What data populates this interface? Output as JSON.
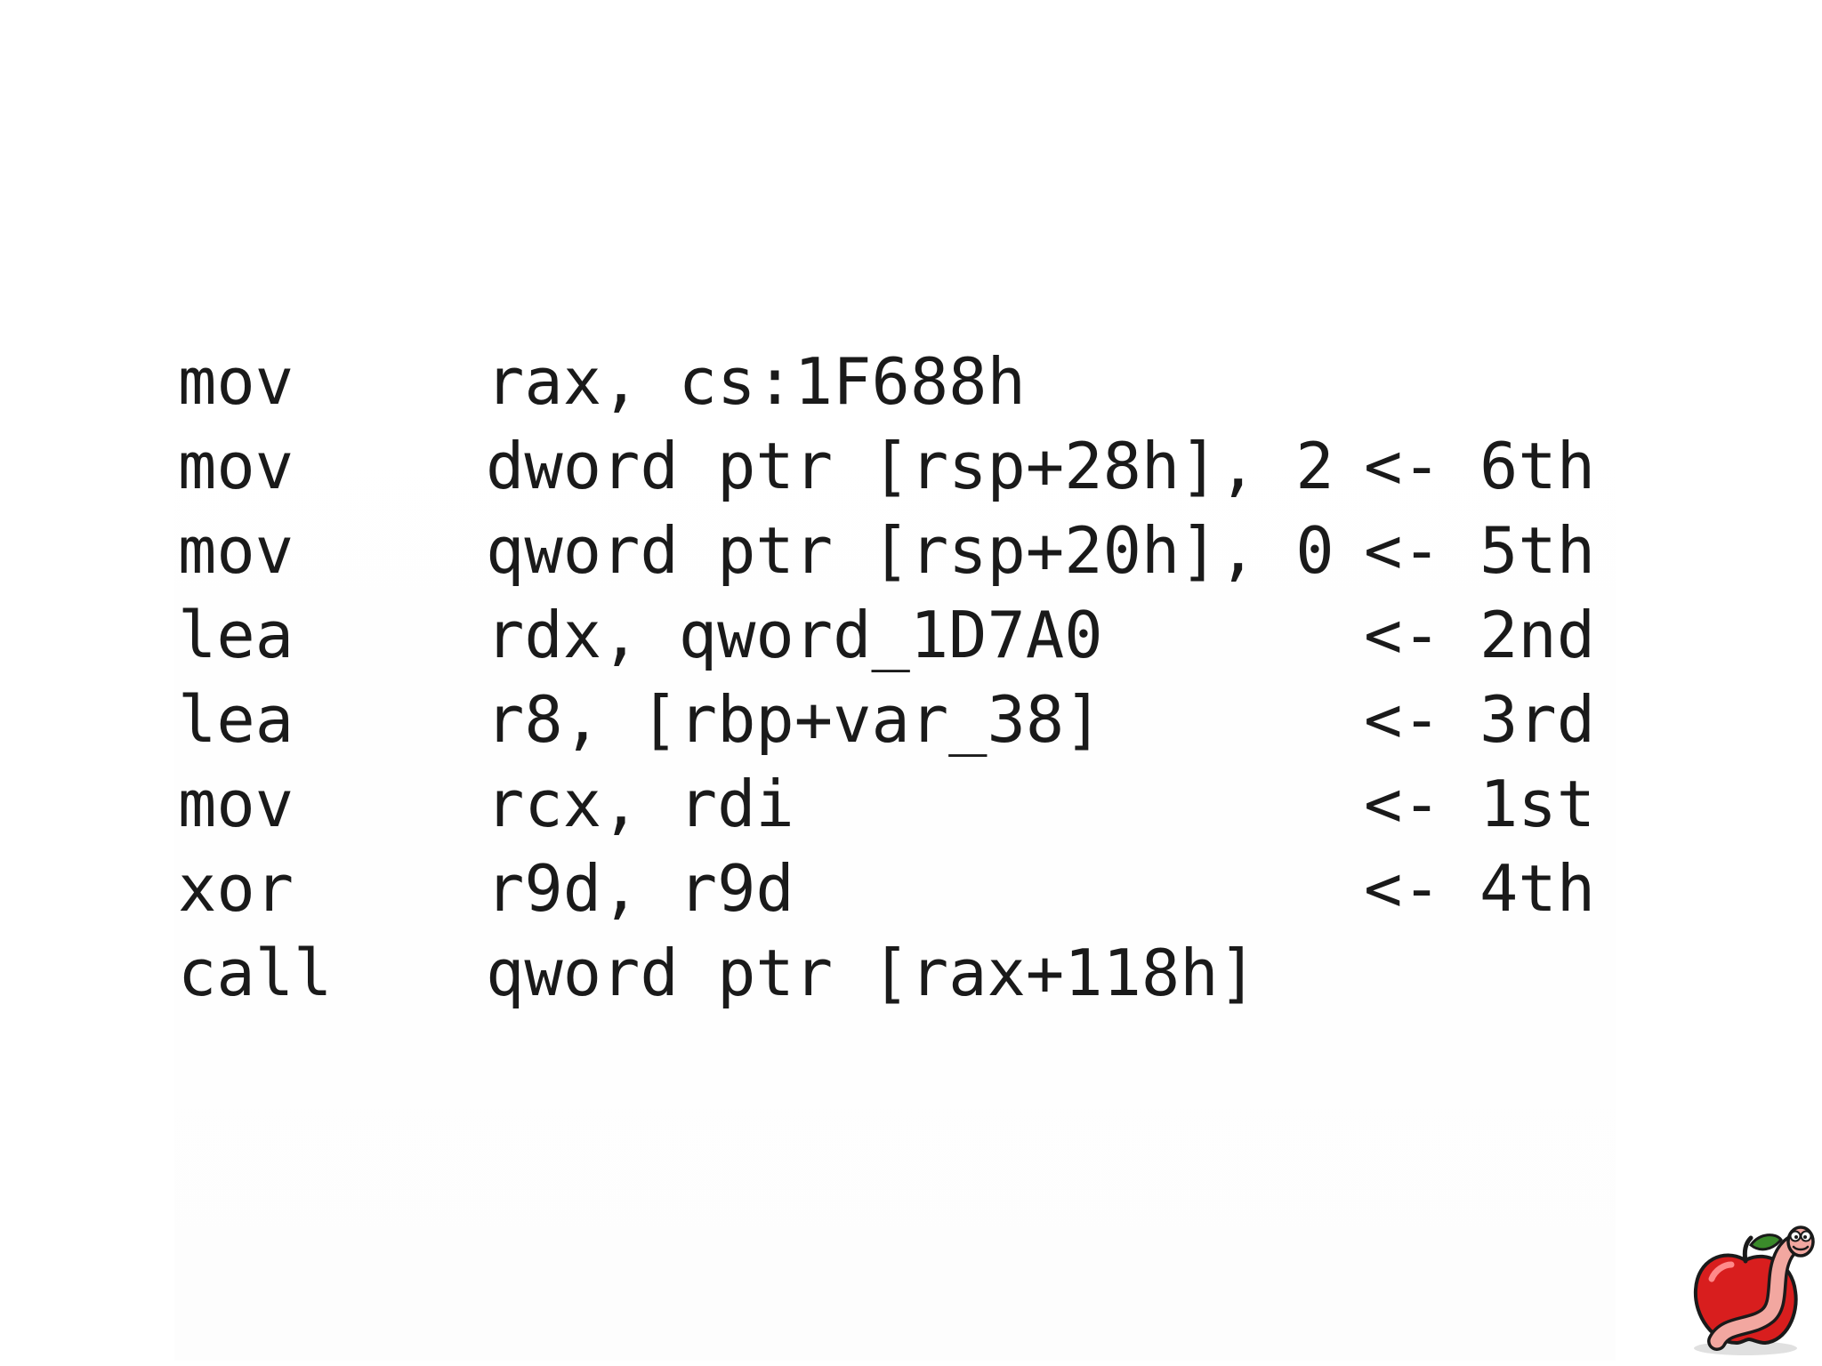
{
  "code": {
    "lines": [
      {
        "mnemonic": "mov",
        "operands": "rax, cs:1F688h",
        "comment": ""
      },
      {
        "mnemonic": "mov",
        "operands": "dword ptr [rsp+28h], 2",
        "comment": "<- 6th"
      },
      {
        "mnemonic": "mov",
        "operands": "qword ptr [rsp+20h], 0",
        "comment": "<- 5th"
      },
      {
        "mnemonic": "lea",
        "operands": "rdx, qword_1D7A0",
        "comment": "<- 2nd"
      },
      {
        "mnemonic": "lea",
        "operands": "r8, [rbp+var_38]",
        "comment": "<- 3rd"
      },
      {
        "mnemonic": "mov",
        "operands": "rcx, rdi",
        "comment": "<- 1st"
      },
      {
        "mnemonic": "xor",
        "operands": "r9d, r9d",
        "comment": "<- 4th"
      },
      {
        "mnemonic": "call",
        "operands": "qword ptr [rax+118h]",
        "comment": ""
      }
    ]
  },
  "logo": {
    "icon": "apple-worm-icon",
    "colors": {
      "apple": "#d81e1e",
      "worm": "#f2a7a0",
      "leaf": "#3a8a2a"
    }
  }
}
